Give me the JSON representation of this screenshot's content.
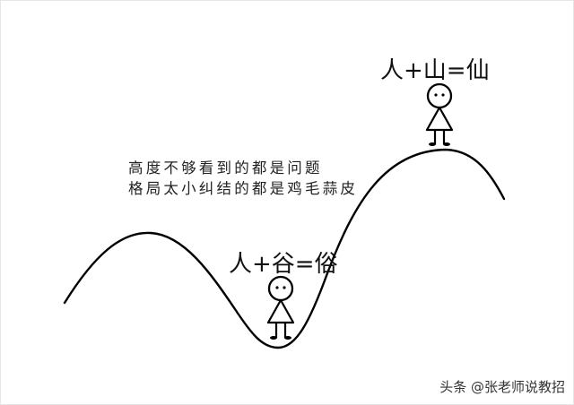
{
  "diagram": {
    "top_equation": "人+山=仙",
    "bottom_equation": "人+谷=俗",
    "quote_lines": [
      "高度不够看到的都是问题",
      "格局太小纠结的都是鸡毛蒜皮"
    ],
    "watermark": "头条 @张老师说教招",
    "figures": [
      {
        "name": "immortal",
        "position": "mountain-peak"
      },
      {
        "name": "commoner",
        "position": "valley-bottom"
      }
    ],
    "colors": {
      "line": "#000000",
      "background": "#ffffff",
      "text": "#111111"
    }
  }
}
